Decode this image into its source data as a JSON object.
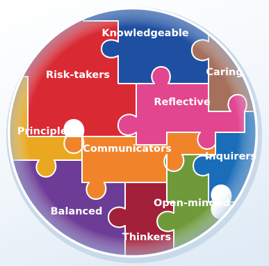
{
  "diagram": {
    "pieces": [
      {
        "id": "knowledgeable",
        "label": "Knowledgeable",
        "color": "#1f4fa1"
      },
      {
        "id": "caring",
        "label": "Caring",
        "color": "#a6705c"
      },
      {
        "id": "risk-takers",
        "label": "Risk-takers",
        "color": "#d92a34"
      },
      {
        "id": "reflective",
        "label": "Reflective",
        "color": "#e1468f"
      },
      {
        "id": "principled",
        "label": "Principled",
        "color": "#e9a81f"
      },
      {
        "id": "communicators",
        "label": "Communicators",
        "color": "#f1842b"
      },
      {
        "id": "inquirers",
        "label": "Inquirers",
        "color": "#1a6db8"
      },
      {
        "id": "open-minded",
        "label": "Open-minded",
        "color": "#6f9a3a"
      },
      {
        "id": "balanced",
        "label": "Balanced",
        "color": "#6d3c96"
      },
      {
        "id": "thinkers",
        "label": "Thinkers",
        "color": "#a3203a"
      }
    ]
  }
}
